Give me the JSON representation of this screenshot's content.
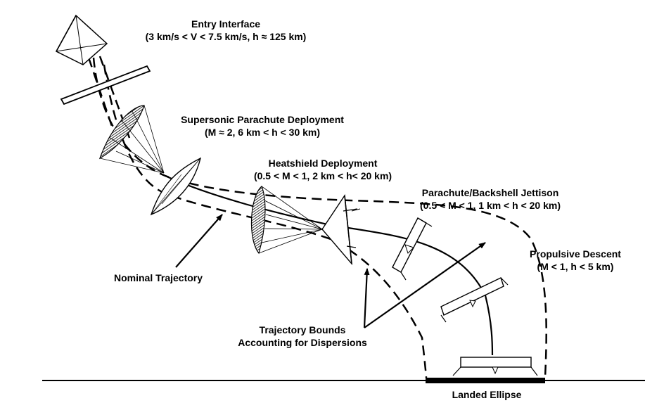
{
  "stages": {
    "entry": {
      "title": "Entry Interface",
      "conditions": "(3 km/s < V < 7.5 km/s, h ≈ 125 km)"
    },
    "supersonic_parachute": {
      "title": "Supersonic Parachute Deployment",
      "conditions": "(M ≈ 2, 6 km < h < 30 km)"
    },
    "heatshield": {
      "title": "Heatshield Deployment",
      "conditions": "(0.5 < M < 1, 2 km < h< 20 km)"
    },
    "backshell_jettison": {
      "title": "Parachute/Backshell Jettison",
      "conditions": "(0.5 < M < 1, 1 km < h < 20 km)"
    },
    "propulsive_descent": {
      "title": "Propulsive Descent",
      "conditions": "(M < 1, h < 5 km)"
    }
  },
  "annotations": {
    "nominal_trajectory": "Nominal Trajectory",
    "bounds_line1": "Trajectory Bounds",
    "bounds_line2": "Accounting for Dispersions",
    "landed_ellipse": "Landed Ellipse"
  },
  "colors": {
    "ink": "#000000",
    "background": "#ffffff"
  }
}
